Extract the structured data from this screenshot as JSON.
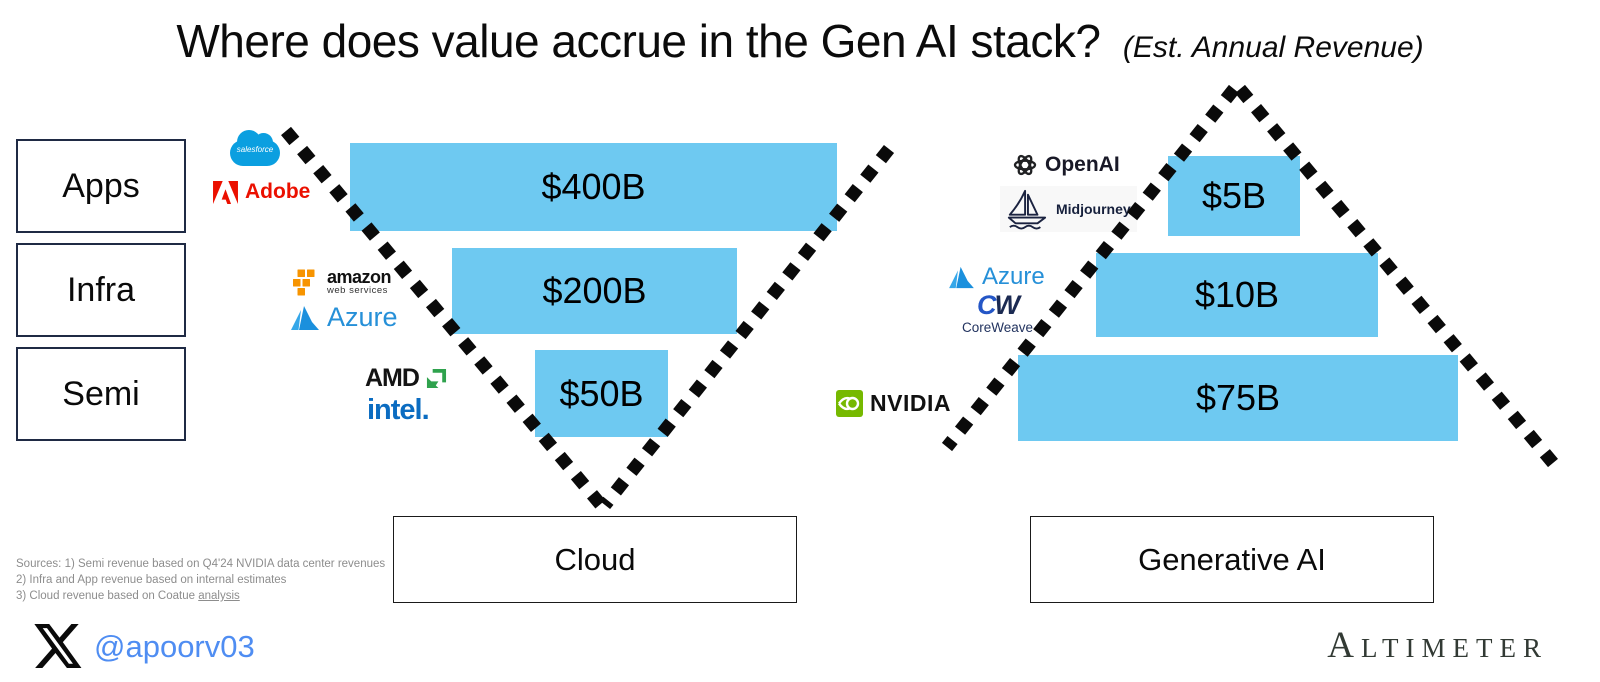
{
  "title": {
    "main": "Where does value accrue in the Gen AI stack?",
    "subtitle": "(Est. Annual Revenue)"
  },
  "left_funnel": {
    "categories": [
      {
        "label": "Apps"
      },
      {
        "label": "Infra"
      },
      {
        "label": "Semi"
      }
    ],
    "bars": [
      {
        "value": "$400B"
      },
      {
        "value": "$200B"
      },
      {
        "value": "$50B"
      }
    ],
    "base_label": "Cloud"
  },
  "right_pyramid": {
    "bars": [
      {
        "value": "$5B"
      },
      {
        "value": "$10B"
      },
      {
        "value": "$75B"
      }
    ],
    "base_label": "Generative AI"
  },
  "logos": {
    "salesforce": "salesforce",
    "adobe": "Adobe",
    "amazon": "amazon",
    "amazon_sub": "web services",
    "azure": "Azure",
    "amd": "AMD",
    "intel": "intel.",
    "openai": "OpenAI",
    "midjourney": "Midjourney",
    "coreweave_c": "C",
    "coreweave_w": "W",
    "coreweave": "CoreWeave",
    "nvidia": "NVIDIA"
  },
  "sources": {
    "line1": "Sources: 1) Semi revenue based on Q4'24 NVIDIA data center revenues",
    "line2": "2) Infra and App revenue based on internal estimates",
    "line3": "3) Cloud revenue based on Coatue ",
    "line3_link": "analysis"
  },
  "footer": {
    "handle": "@apoorv03",
    "brand": "ALTIMETER"
  },
  "colors": {
    "bar_fill": "#6EC9F1",
    "dotted_line": "#000000",
    "handle_blue": "#4F8DF2",
    "source_gray": "#8D8D8D",
    "category_border": "#1F2A44",
    "brand_dark": "#323A34"
  },
  "chart_data": [
    {
      "type": "bar",
      "title": "Cloud",
      "orientation": "inverted-funnel",
      "categories": [
        "Apps",
        "Infra",
        "Semi"
      ],
      "values": [
        400,
        200,
        50
      ],
      "labels": [
        "$400B",
        "$200B",
        "$50B"
      ],
      "unit": "USD billions, est. annual revenue",
      "companies": {
        "Apps": [
          "Salesforce",
          "Adobe"
        ],
        "Infra": [
          "Amazon Web Services",
          "Azure"
        ],
        "Semi": [
          "AMD",
          "Intel"
        ]
      }
    },
    {
      "type": "bar",
      "title": "Generative AI",
      "orientation": "pyramid",
      "categories": [
        "Apps",
        "Infra",
        "Semi"
      ],
      "values": [
        5,
        10,
        75
      ],
      "labels": [
        "$5B",
        "$10B",
        "$75B"
      ],
      "unit": "USD billions, est. annual revenue",
      "companies": {
        "Apps": [
          "OpenAI",
          "Midjourney"
        ],
        "Infra": [
          "Azure",
          "CoreWeave"
        ],
        "Semi": [
          "NVIDIA"
        ]
      }
    }
  ]
}
